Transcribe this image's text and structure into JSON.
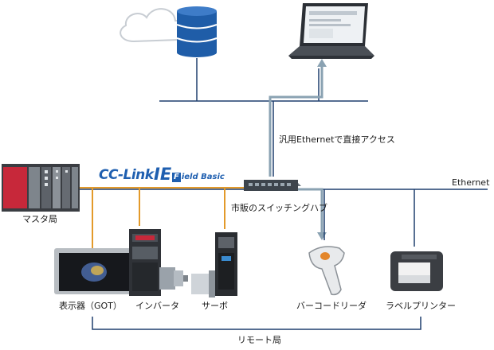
{
  "network_logo": {
    "cc": "CC-Link",
    "ie": "IE",
    "field": "ield Basic",
    "f_letter": "F"
  },
  "labels": {
    "ethernet": "Ethernet",
    "direct_access": "汎用Ethernetで直接アクセス",
    "switching_hub": "市販のスイッチングハブ",
    "master_station": "マスタ局",
    "display_got": "表示器（GOT）",
    "inverter": "インバータ",
    "servo": "サーボ",
    "barcode_reader": "バーコードリーダ",
    "label_printer": "ラベルプリンター",
    "remote_station": "リモート局"
  },
  "colors": {
    "ethernet_line": "#1f3f6e",
    "field_line": "#e39a2a",
    "access_arrow": "#8aa2b2",
    "logo_blue": "#1f5fb0"
  },
  "icons": [
    "cloud-icon",
    "database-icon",
    "laptop-icon",
    "plc-icon",
    "hmi-icon",
    "inverter-icon",
    "servo-motor-icon",
    "servo-amp-icon",
    "barcode-reader-icon",
    "label-printer-icon",
    "switching-hub-icon"
  ]
}
